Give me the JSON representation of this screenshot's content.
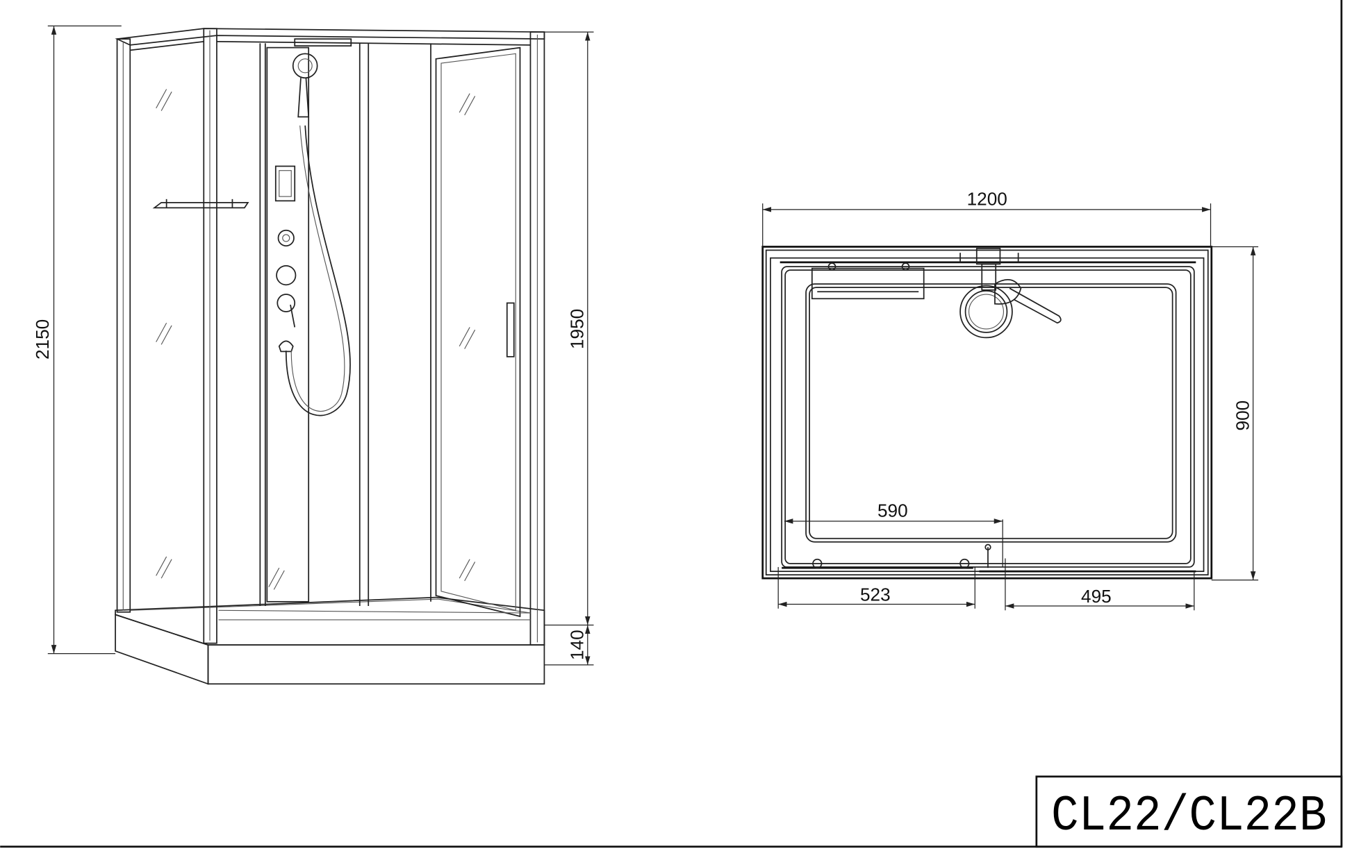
{
  "title_block": {
    "model": "CL22/CL22B"
  },
  "elevation_view": {
    "dimensions": {
      "total_height": "2150",
      "enclosure_height": "1950",
      "tray_height": "140"
    }
  },
  "plan_view": {
    "dimensions": {
      "width": "1200",
      "depth": "900",
      "drain_offset": "590",
      "left_door": "523",
      "right_panel": "495"
    }
  }
}
